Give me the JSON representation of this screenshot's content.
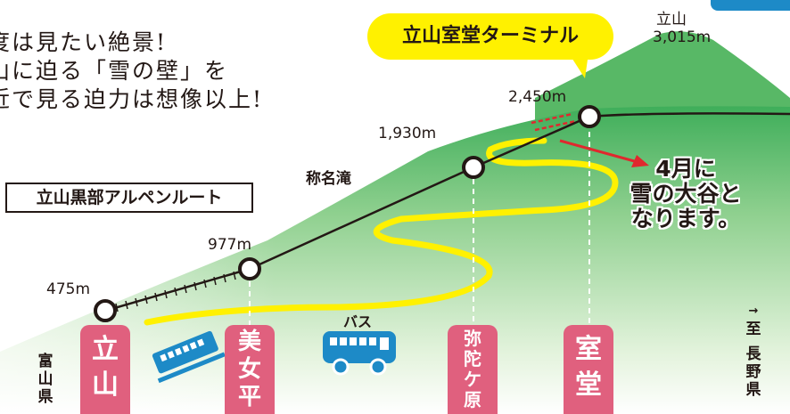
{
  "intro_text": [
    "度は見たい絶景!",
    "山に迫る「雪の壁」を",
    "近で見る迫力は想像以上!"
  ],
  "route_name": "立山黒部アルペンルート",
  "callout": "立山室堂ターミナル",
  "peak": {
    "name": "立山",
    "elevation": "3,015m"
  },
  "elevations": {
    "tateyama": "475m",
    "bijodaira": "977m",
    "midagahara": "1,930m",
    "murodo": "2,450m"
  },
  "landmark": "称名滝",
  "note_lines": [
    "4月に",
    "雪の大谷と",
    "なります。"
  ],
  "stops": {
    "tateyama": [
      "立",
      "山"
    ],
    "bijodaira": [
      "美",
      "女",
      "平"
    ],
    "midagahara": [
      "弥",
      "陀",
      "ケ",
      "原"
    ],
    "murodo": [
      "室",
      "堂"
    ]
  },
  "bus_label": "バス",
  "prefecture_left": [
    "富",
    "山",
    "県"
  ],
  "prefecture_right": [
    "→",
    "至",
    " ",
    "長",
    "野",
    "県"
  ],
  "colors": {
    "mountain_light": "#e8f4e0",
    "mountain_green": "#3fae5a",
    "station_pink": "#e0607e",
    "yellow": "#fff100",
    "blue": "#1d8ac7",
    "arrow_red": "#e0282e"
  },
  "icons": [
    "cable-car-icon",
    "bus-icon",
    "snow-wall-arrow-icon"
  ]
}
